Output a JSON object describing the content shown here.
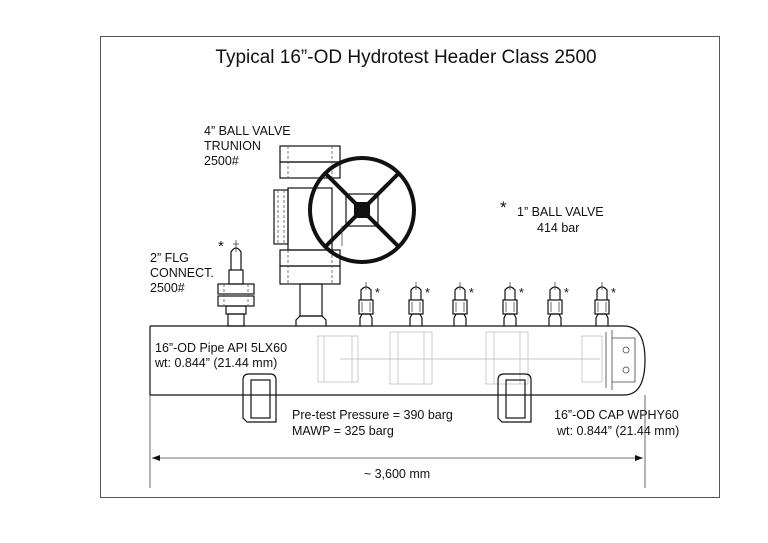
{
  "title": "Typical 16”-OD Hydrotest Header Class 2500",
  "labels": {
    "main_valve_1": "4” BALL VALVE",
    "main_valve_2": "TRUNION",
    "main_valve_3": "2500#",
    "small_valve_1": "1” BALL VALVE",
    "small_valve_2": "414 bar",
    "asterisk": "*",
    "flange_1": "2” FLG",
    "flange_2": "CONNECT.",
    "flange_3": "2500#",
    "pipe_1": "16”-OD Pipe API 5LX60",
    "pipe_2": "wt: 0.844” (21.44 mm)",
    "pressure_1": "Pre-test Pressure = 390 barg",
    "pressure_2": "MAWP = 325 barg",
    "cap_1": "16”-OD CAP WPHY60",
    "cap_2": "wt: 0.844” (21.44 mm)",
    "dimension": "~ 3,600 mm"
  },
  "small_valve_count": 6
}
